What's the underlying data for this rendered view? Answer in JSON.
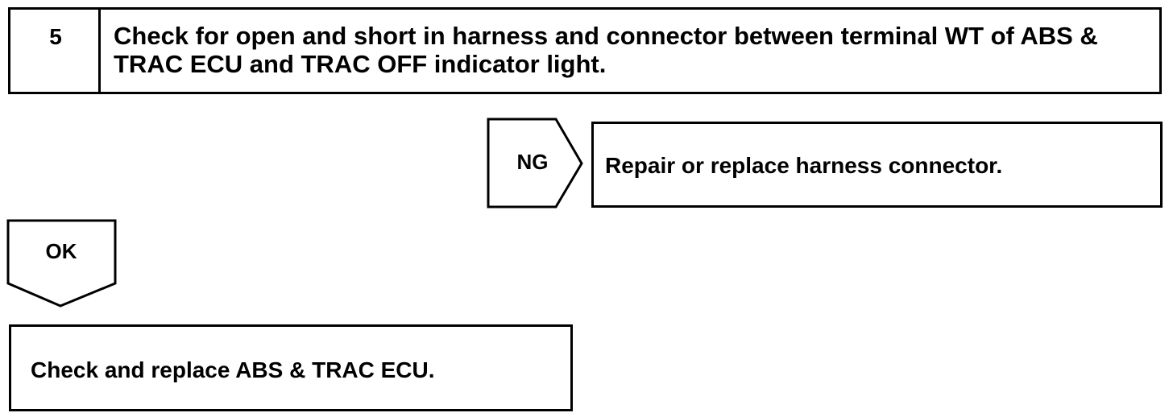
{
  "step": {
    "number": "5",
    "title": "Check for open and short in harness and connector between terminal WT of ABS & TRAC ECU and TRAC OFF indicator light."
  },
  "ng_branch": {
    "label": "NG",
    "action": "Repair or replace harness connector."
  },
  "ok_branch": {
    "label": "OK"
  },
  "final_step": {
    "action": "Check and replace ABS & TRAC ECU."
  }
}
